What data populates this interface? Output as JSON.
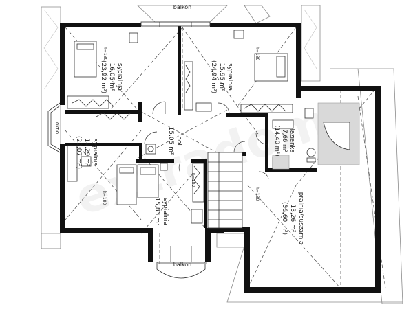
{
  "watermark": "extradom",
  "balcony_top": "balkon",
  "balcony_bottom": "balkon",
  "side_label": "okno",
  "rooms": {
    "bedroom_top_left": {
      "name": "sypialnia",
      "area": "16,05 m²",
      "area_total": "(23,92 m²)",
      "height": "h=180"
    },
    "bedroom_top_right": {
      "name": "sypialnia",
      "area": "15,95 m²",
      "area_total": "(24,94 m²)",
      "height": "h=180"
    },
    "bedroom_left": {
      "name": "sypialnia",
      "area": "14,29 m²",
      "area_total": "(22,07 m²)",
      "height": "h=180"
    },
    "bedroom_bottom": {
      "name": "sypialnia",
      "area": "15,83 m²",
      "height": "h=180"
    },
    "hall": {
      "name": "hol",
      "area": "15,05 m²"
    },
    "bathroom": {
      "name": "łazienka",
      "area": "7,66 m²",
      "area_total": "(14,40 m²)"
    },
    "laundry": {
      "name": "pralnia/suszarnia",
      "area": "13,26 m²",
      "area_total": "(36,60 m²)",
      "height": "h=180"
    }
  }
}
